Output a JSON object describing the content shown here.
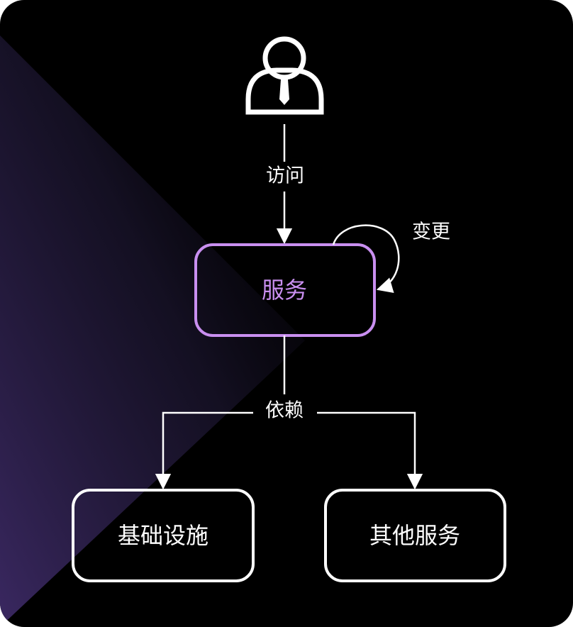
{
  "colors": {
    "background": "#000000",
    "foreground": "#ffffff",
    "accent": "#c98ff0",
    "gradient_tint": "#3d2a66"
  },
  "nodes": {
    "user": {
      "icon": "user-with-tie-icon"
    },
    "service": {
      "label": "服务"
    },
    "infrastructure": {
      "label": "基础设施"
    },
    "other_services": {
      "label": "其他服务"
    }
  },
  "edges": {
    "access": {
      "label": "访问"
    },
    "change": {
      "label": "变更"
    },
    "depends": {
      "label": "依赖"
    }
  }
}
